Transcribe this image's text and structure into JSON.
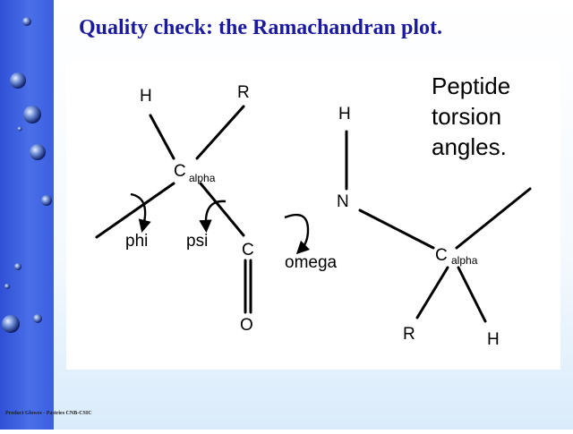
{
  "slide": {
    "title": "Quality check: the Ramachandran plot.",
    "footer": "Product Glowes - Pastries CNB-CSIC"
  },
  "diagram": {
    "caption": [
      "Peptide",
      "torsion",
      "angles."
    ],
    "atoms": {
      "h1": "H",
      "r1": "R",
      "calpha1": "C",
      "calpha1_sub": "alpha",
      "c": "C",
      "o": "O",
      "h2": "H",
      "n": "N",
      "calpha2": "C",
      "calpha2_sub": "alpha",
      "r2": "R",
      "h3": "H"
    },
    "angles": {
      "phi": "phi",
      "psi": "psi",
      "omega": "omega"
    }
  }
}
